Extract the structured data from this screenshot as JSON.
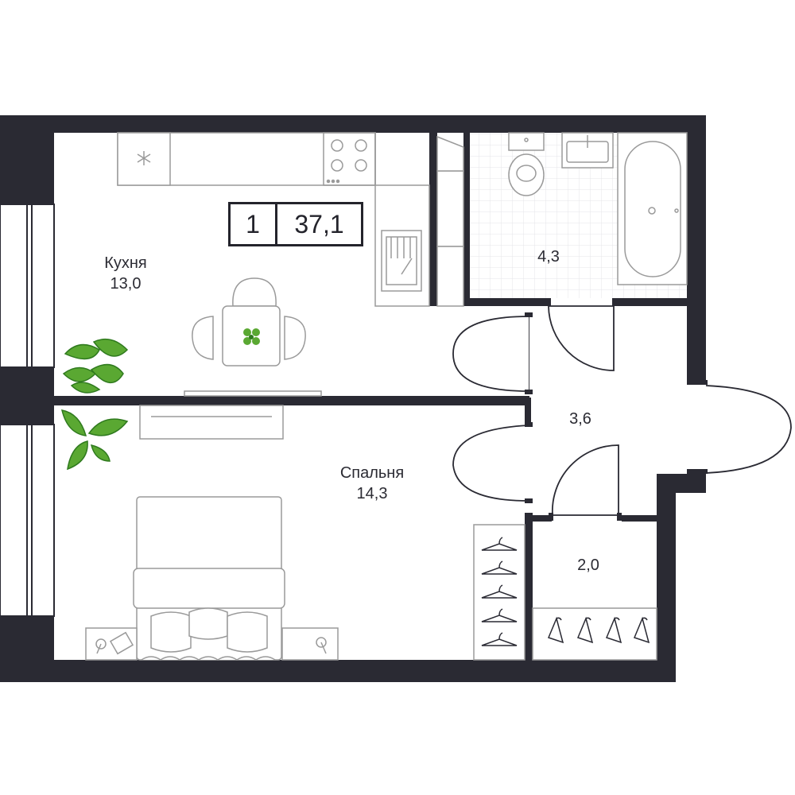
{
  "apartment": {
    "rooms": "1",
    "total_area": "37,1"
  },
  "rooms": {
    "kitchen": {
      "name": "Кухня",
      "area": "13,0"
    },
    "bedroom": {
      "name": "Спальня",
      "area": "14,3"
    },
    "bathroom": {
      "area": "4,3"
    },
    "hallway": {
      "area": "3,6"
    },
    "wardrobe": {
      "area": "2,0"
    }
  },
  "colors": {
    "wall": "#2a2a33",
    "plant": "#5aa832",
    "plant_dark": "#2f7a1e",
    "line": "#9a9a9a",
    "tile": "#e4e4e8"
  }
}
